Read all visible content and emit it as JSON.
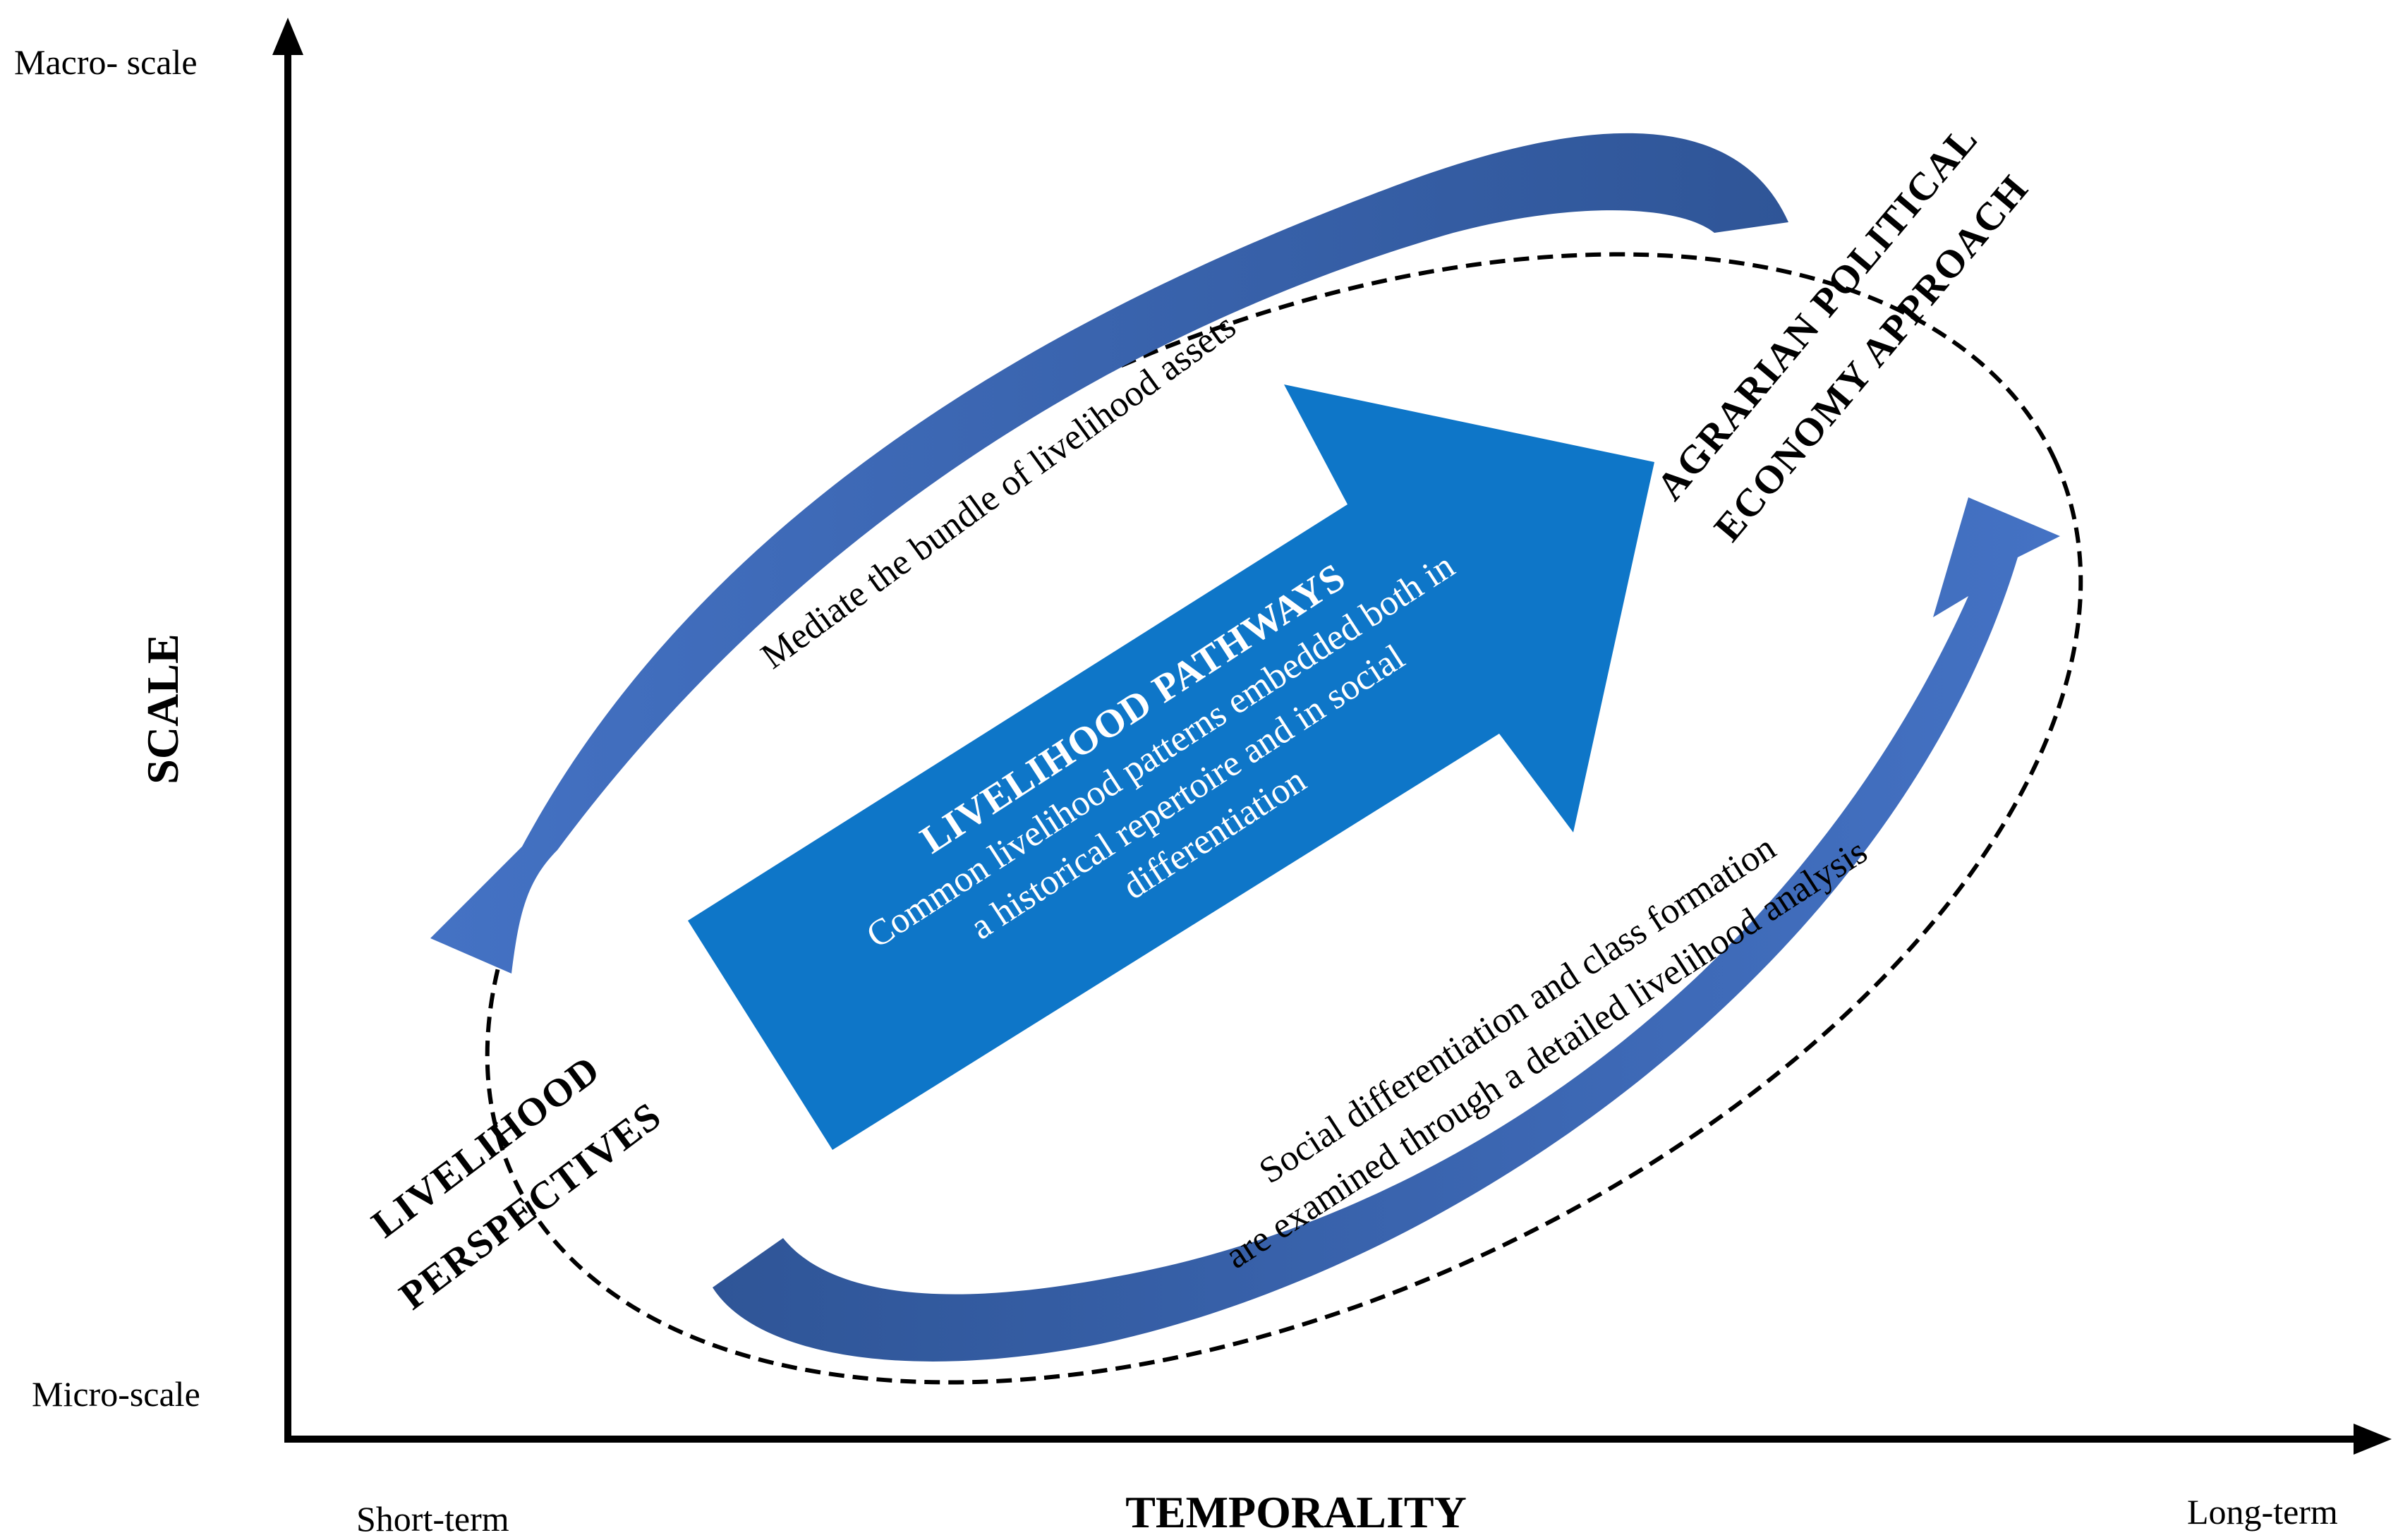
{
  "axes": {
    "y_title": "SCALE",
    "y_top": "Macro- scale",
    "y_bottom": "Micro-scale",
    "x_title": "TEMPORALITY",
    "x_left": "Short-term",
    "x_right": "Long-term"
  },
  "nodes": {
    "left": {
      "line1": "LIVELIHOOD",
      "line2": "PERSPECTIVES"
    },
    "right": {
      "line1": "AGRARIAN POLITICAL",
      "line2": "ECONOMY APPROACH"
    }
  },
  "center_arrow": {
    "title": "LIVELIHOOD PATHWAYS",
    "line1": "Common livelihood patterns embedded both in",
    "line2": "a historical repertoire and in social",
    "line3": "differentiation"
  },
  "edges": {
    "top_label": "Mediate  the bundle of livelihood  assets",
    "bottom_line1": "Social differentiation  and class formation",
    "bottom_line2": "are examined  through a detailed  livelihood  analysis"
  },
  "colors": {
    "center_arrow": "#0E76C8",
    "curved_arrow_dark": "#2F5597",
    "curved_arrow_light": "#4472C4",
    "ellipse": "#000000"
  }
}
